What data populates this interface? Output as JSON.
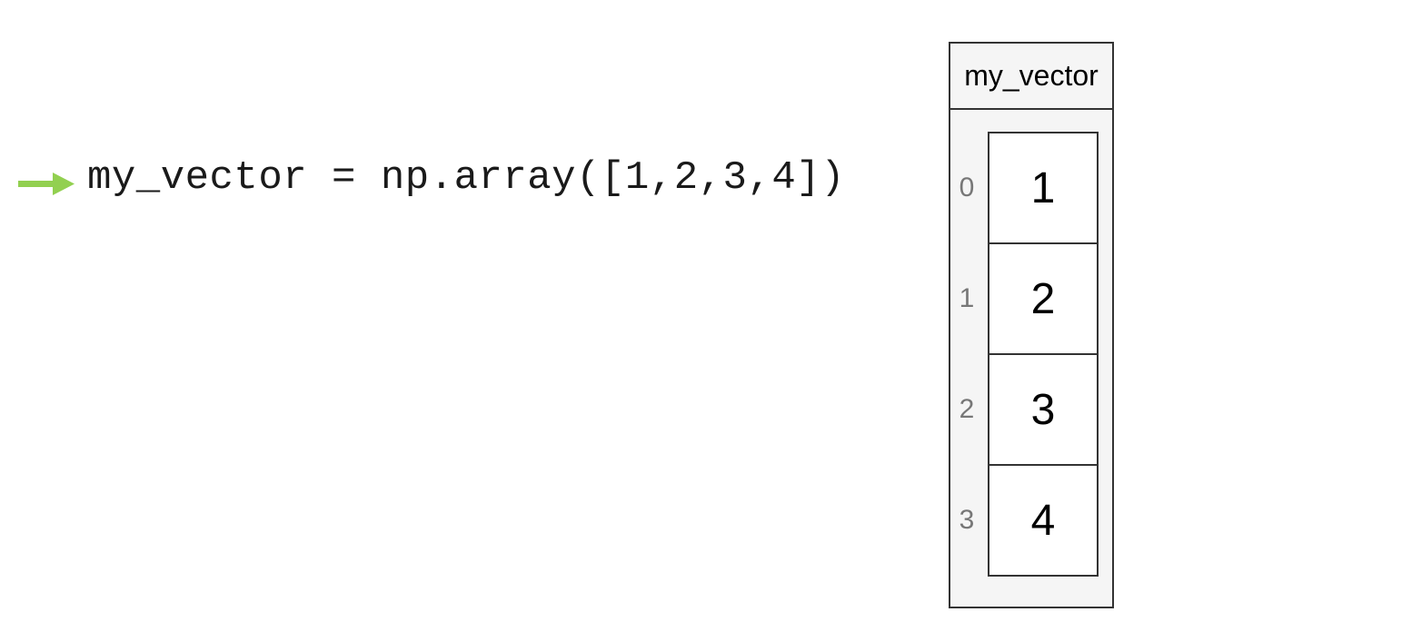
{
  "colors": {
    "arrow": "#92d050",
    "box_border": "#333333",
    "box_background": "#f5f5f5",
    "index_text": "#777777"
  },
  "code": {
    "line": "my_vector = np.array([1,2,3,4])"
  },
  "variable": {
    "name": "my_vector",
    "cells": [
      {
        "index": "0",
        "value": "1"
      },
      {
        "index": "1",
        "value": "2"
      },
      {
        "index": "2",
        "value": "3"
      },
      {
        "index": "3",
        "value": "4"
      }
    ]
  }
}
